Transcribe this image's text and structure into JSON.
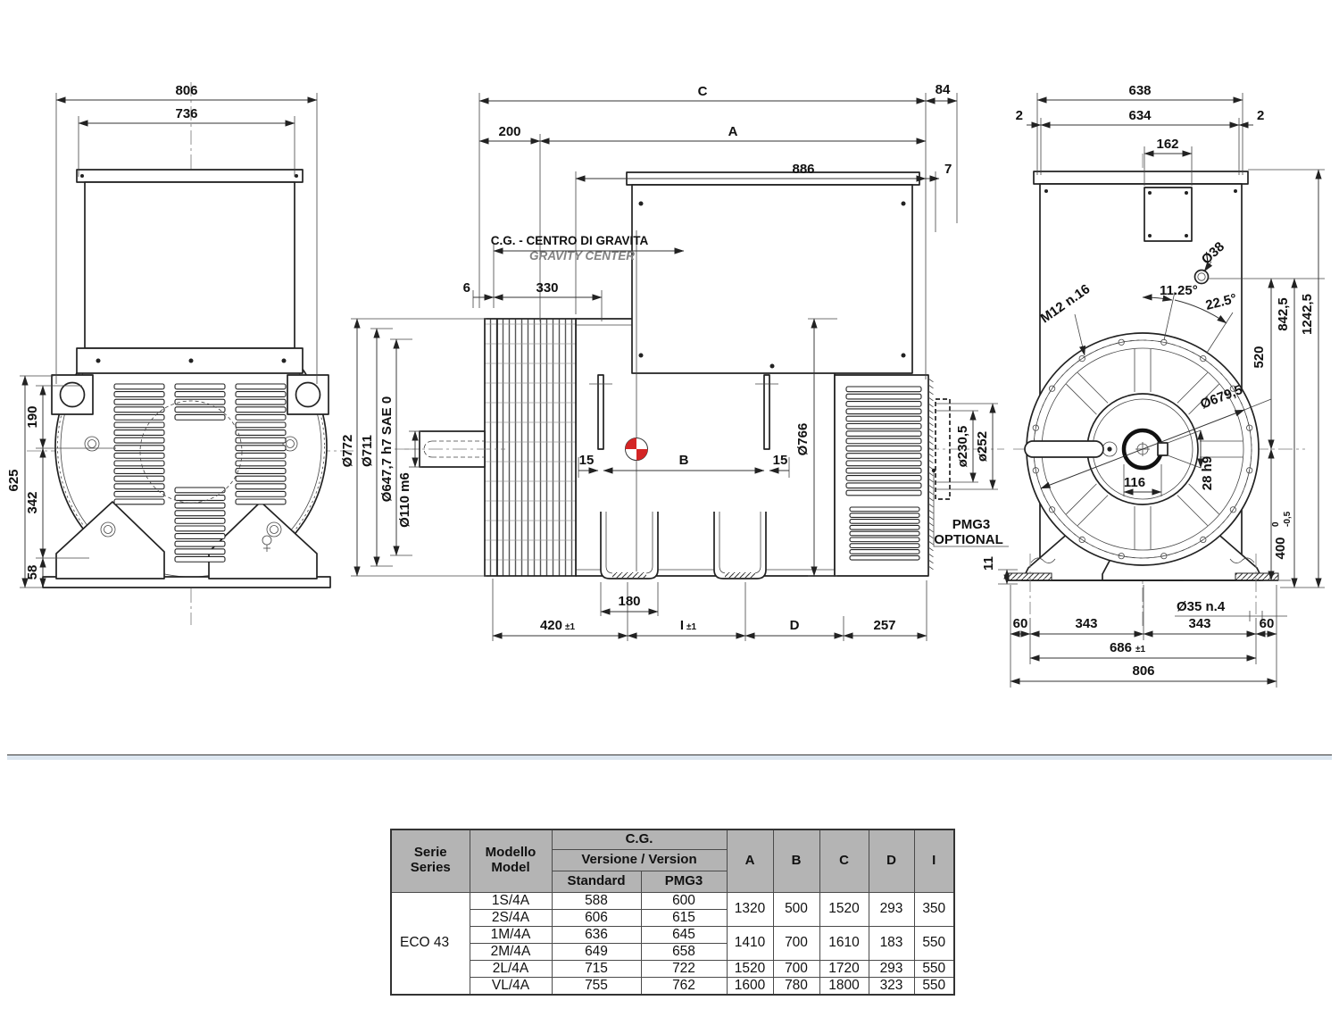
{
  "front_view": {
    "dim_width_total": "806",
    "dim_width_frame": "736",
    "dim_height_total": "625",
    "dim_height_upper": "190",
    "dim_height_lower": "342",
    "dim_height_base": "58"
  },
  "side_view": {
    "dim_c": "C",
    "dim_84": "84",
    "dim_200": "200",
    "dim_a": "A",
    "dim_886": "886",
    "dim_7": "7",
    "cg_label_it": "C.G. - CENTRO DI GRAVITA",
    "cg_label_en": "GRAVITY CENTER",
    "dim_6": "6",
    "dim_330": "330",
    "dia_772": "Ø772",
    "dia_711": "Ø711",
    "dia_647": "Ø647,7 h7 SAE 0",
    "dia_110": "Ø110 m6",
    "dim_15_left": "15",
    "dim_b": "B",
    "dim_15_right": "15",
    "dia_766": "Ø766",
    "dia_230": "ø230,5",
    "dia_252": "ø252",
    "pmg3": "PMG3",
    "optional": "OPTIONAL",
    "dim_180": "180",
    "dim_420": "420",
    "tol_420": "±1",
    "dim_i": "I",
    "tol_i": "±1",
    "dim_d": "D",
    "dim_257": "257",
    "dim_11": "11"
  },
  "rear_view": {
    "dim_638": "638",
    "dim_2_left": "2",
    "dim_634": "634",
    "dim_2_right": "2",
    "dim_162": "162",
    "dia_38": "Ø38",
    "angle_small": "11.25°",
    "angle_large": "22.5°",
    "thread_spec": "M12 n.16",
    "dim_842": "842,5",
    "dim_1242": "1242,5",
    "dim_520": "520",
    "dia_679": "Ø679,5",
    "dim_116": "116",
    "keyway": "28 h9",
    "dim_400": "400",
    "tol_400_high": "0",
    "tol_400_low": "-0,5",
    "dia_35": "Ø35 n.4",
    "dim_60_left": "60",
    "dim_343_left": "343",
    "dim_343_right": "343",
    "dim_60_right": "60",
    "dim_686": "686",
    "tol_686": "±1",
    "dim_806": "806"
  },
  "table": {
    "header": {
      "serie": "Serie",
      "series": "Series",
      "modello": "Modello",
      "model": "Model",
      "cg": "C.G.",
      "versione": "Versione / Version",
      "standard": "Standard",
      "pmg3": "PMG3",
      "a": "A",
      "b": "B",
      "c": "C",
      "d": "D",
      "i": "I"
    },
    "series_name": "ECO 43",
    "rows": [
      {
        "model": "1S/4A",
        "standard": "588",
        "pmg3": "600"
      },
      {
        "model": "2S/4A",
        "standard": "606",
        "pmg3": "615"
      },
      {
        "model": "1M/4A",
        "standard": "636",
        "pmg3": "645"
      },
      {
        "model": "2M/4A",
        "standard": "649",
        "pmg3": "658"
      },
      {
        "model": "2L/4A",
        "standard": "715",
        "pmg3": "722"
      },
      {
        "model": "VL/4A",
        "standard": "755",
        "pmg3": "762"
      }
    ],
    "groups": [
      {
        "a": "1320",
        "b": "500",
        "c": "1520",
        "d": "293",
        "i": "350"
      },
      {
        "a": "1410",
        "b": "700",
        "c": "1610",
        "d": "183",
        "i": "550"
      },
      {
        "a": "1520",
        "b": "700",
        "c": "1720",
        "d": "293",
        "i": "550"
      },
      {
        "a": "1600",
        "b": "780",
        "c": "1800",
        "d": "323",
        "i": "550"
      }
    ]
  },
  "colors": {
    "accent_red": "#d42525",
    "header_bg": "#b4b4b4",
    "line": "#222222"
  }
}
